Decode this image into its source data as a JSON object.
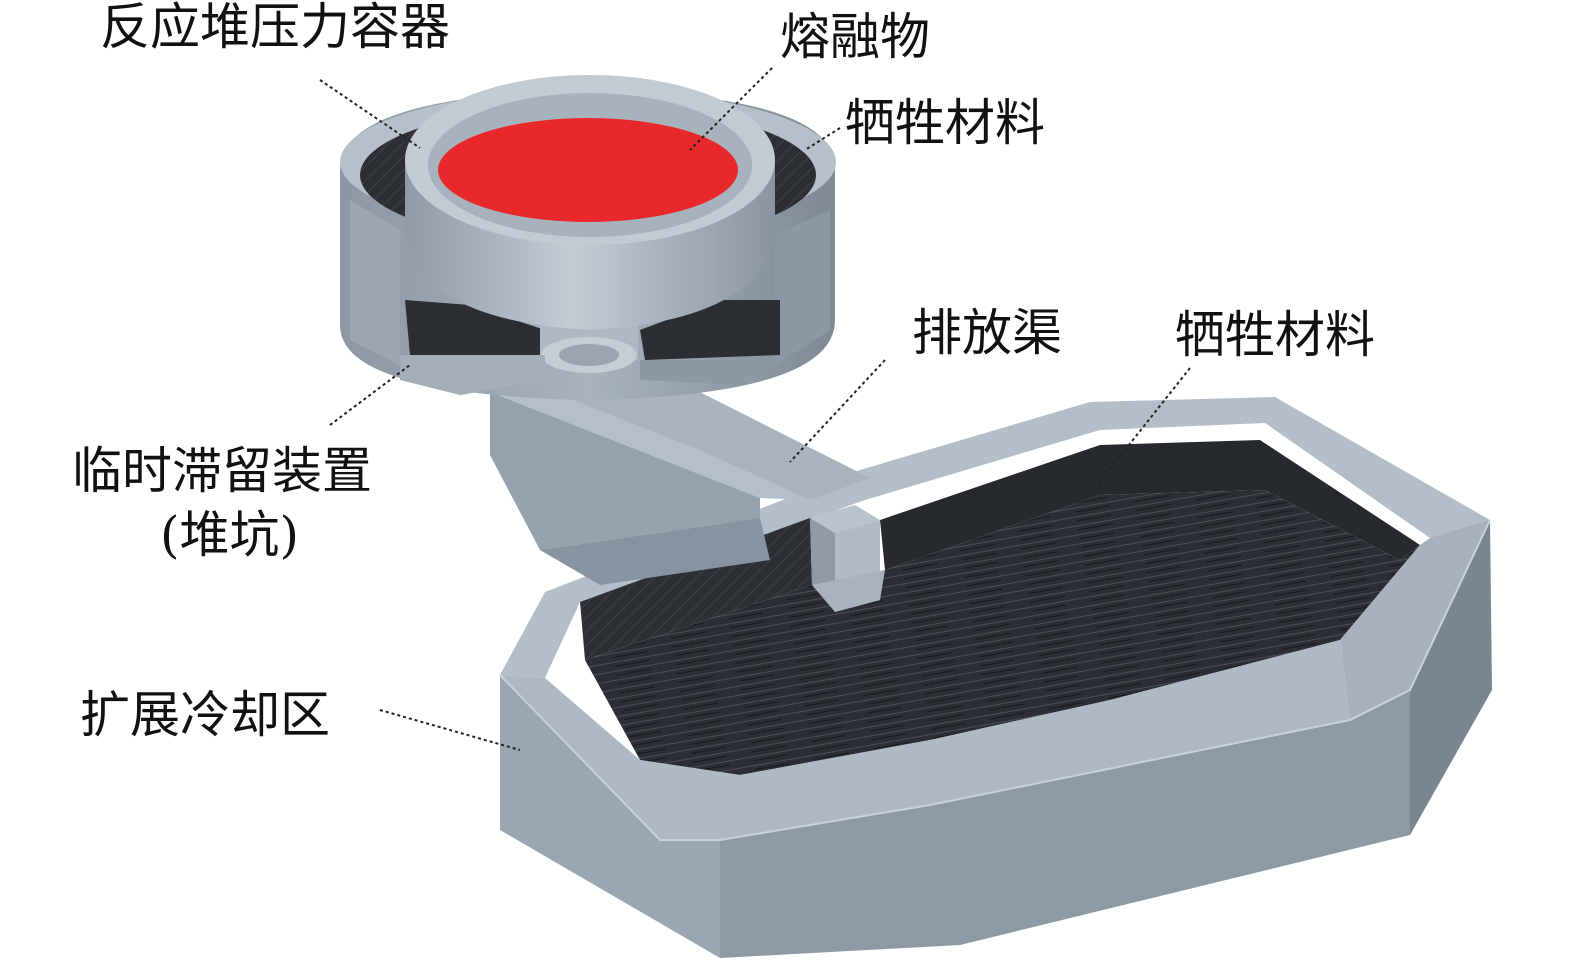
{
  "labels": {
    "rpv": "反应堆压力容器",
    "melt": "熔融物",
    "sacrificial_top": "牺牲材料",
    "drain_channel": "排放渠",
    "sacrificial_right": "牺牲材料",
    "temp_retention_line1": "临时滞留装置",
    "temp_retention_line2": "(堆坑)",
    "spreading_zone": "扩展冷却区"
  },
  "colors": {
    "concrete_light": "#b2bdc8",
    "concrete_mid": "#9ba8b4",
    "concrete_dark": "#7c8794",
    "sacrificial": "#2c2f34",
    "sacrificial_texture": "#1b1d21",
    "melt": "#e8282a",
    "vessel": "#aab4bf"
  }
}
